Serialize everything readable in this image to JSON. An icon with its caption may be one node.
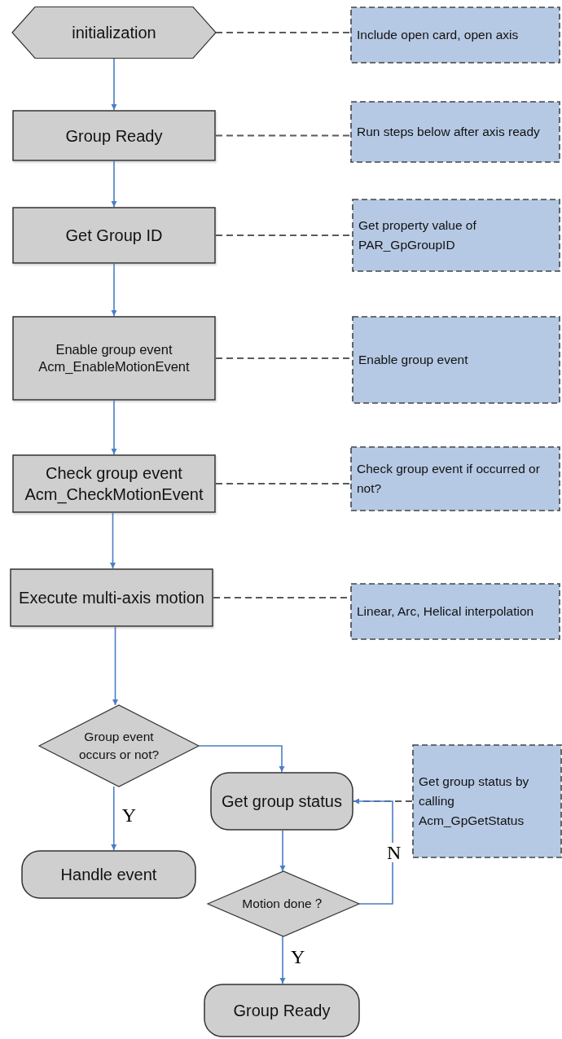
{
  "diagram": {
    "nodes": [
      {
        "text": [
          "initialization"
        ]
      },
      {
        "text": [
          "Include open card, open axis"
        ]
      },
      {
        "text": [
          "Group Ready"
        ]
      },
      {
        "text": [
          "Run steps below after axis ready"
        ]
      },
      {
        "text": [
          "Get Group ID"
        ]
      },
      {
        "text": [
          "Get property value of PAR_GpGroupID"
        ]
      },
      {
        "text": [
          "Enable group event Acm_EnableMotionEvent"
        ]
      },
      {
        "text": [
          "Enable group event"
        ]
      },
      {
        "text": [
          "Check group event Acm_CheckMotionEvent"
        ]
      },
      {
        "text": [
          "Check group event if occurred or not?"
        ]
      },
      {
        "text": [
          "Execute multi-axis motion"
        ]
      },
      {
        "text": [
          "Linear, Arc, Helical interpolation"
        ]
      },
      {
        "text": [
          "Group event occurs or not?"
        ]
      },
      {
        "text": [
          "Get group status"
        ]
      },
      {
        "text": [
          "Get group status by calling Acm_GpGetStatus"
        ]
      },
      {
        "text": [
          "Handle event"
        ]
      },
      {
        "text": [
          "Motion done？"
        ]
      },
      {
        "text": [
          "Group Ready"
        ]
      }
    ],
    "edges": [
      {
        "from": 0,
        "to": 1,
        "arrow": "none",
        "style": "dashed",
        "color": "#5a5a5a"
      },
      {
        "from": 2,
        "to": 3,
        "arrow": "none",
        "style": "dashed",
        "color": "#5a5a5a"
      },
      {
        "from": 4,
        "to": 5,
        "arrow": "none",
        "style": "dashed",
        "color": "#5a5a5a"
      },
      {
        "from": 6,
        "to": 7,
        "arrow": "none",
        "style": "dashed",
        "color": "#5a5a5a"
      },
      {
        "from": 8,
        "to": 9,
        "arrow": "none",
        "style": "dashed",
        "color": "#5a5a5a"
      },
      {
        "from": 10,
        "to": 11,
        "arrow": "none",
        "style": "dashed",
        "color": "#5a5a5a"
      },
      {
        "from": 14,
        "to": 13,
        "arrow": "none",
        "style": "dashed",
        "color": "#5a5a5a"
      },
      {
        "from": 0,
        "to": 2,
        "arrow": "to"
      },
      {
        "from": 2,
        "to": 4,
        "arrow": "to"
      },
      {
        "from": 4,
        "to": 6,
        "arrow": "to"
      },
      {
        "from": 6,
        "to": 8,
        "arrow": "to"
      },
      {
        "from": 8,
        "to": 10,
        "arrow": "to"
      },
      {
        "from": 10,
        "to": 12,
        "arrow": "to"
      },
      {
        "from": 12,
        "to": 13,
        "arrow": "to"
      },
      {
        "from": 12,
        "to": 15,
        "label": "Y",
        "arrow": "to"
      },
      {
        "from": 13,
        "to": 16,
        "arrow": "to"
      },
      {
        "from": 16,
        "to": 17,
        "label": "Y",
        "arrow": "to"
      },
      {
        "from": 16,
        "to": 13,
        "label": "N",
        "arrow": "to"
      }
    ]
  }
}
